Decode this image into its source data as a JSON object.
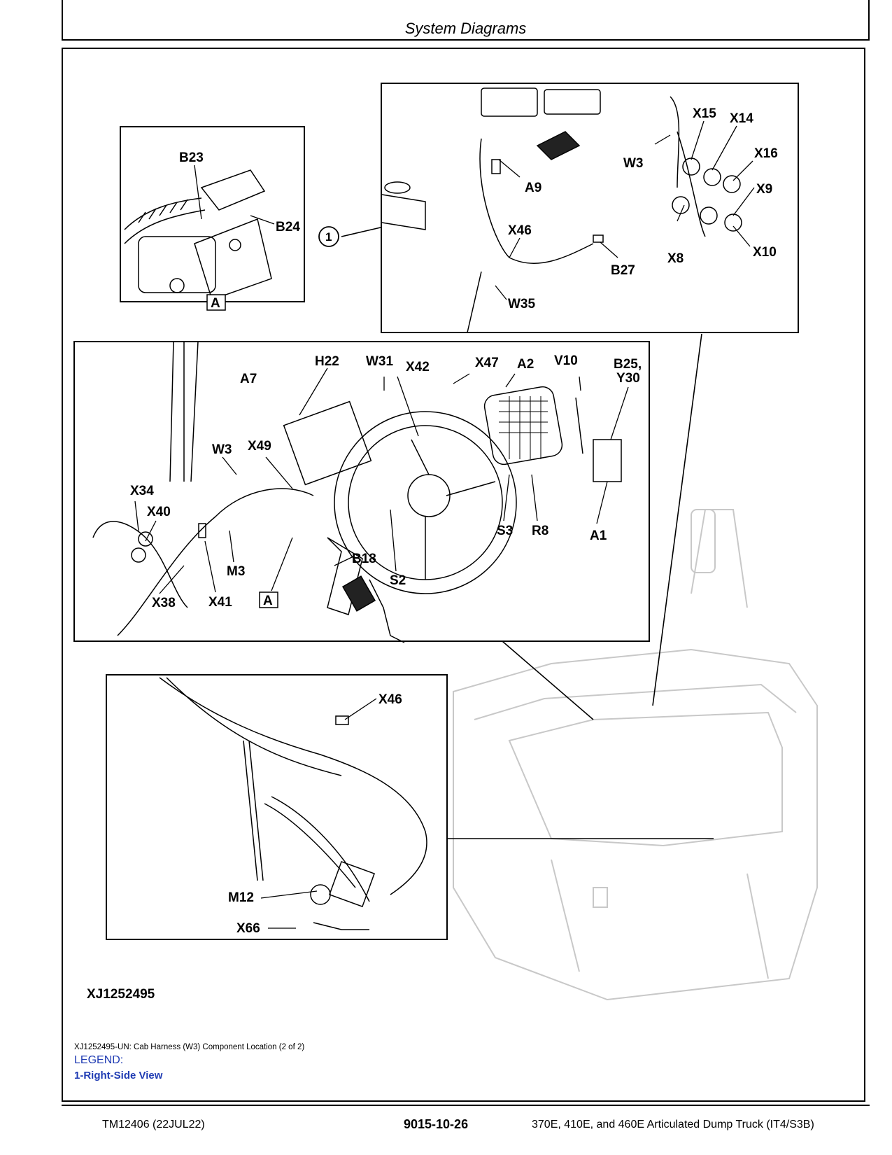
{
  "header": {
    "section_title": "System Diagrams"
  },
  "figure": {
    "id": "XJ1252495",
    "callouts": {
      "inset_top_left": [
        "B23",
        "B24",
        "A"
      ],
      "inset_top_right": [
        "X15",
        "X14",
        "X16",
        "X9",
        "W3",
        "A9",
        "X46",
        "B27",
        "X8",
        "X10",
        "W35",
        "1"
      ],
      "inset_middle": [
        "H22",
        "W31",
        "X42",
        "X47",
        "A2",
        "V10",
        "B25,",
        "Y30",
        "A7",
        "W3",
        "X49",
        "X34",
        "X40",
        "M3",
        "X38",
        "X41",
        "A",
        "B18",
        "S2",
        "S3",
        "R8",
        "A1"
      ],
      "inset_bottom": [
        "X46",
        "M12",
        "X66"
      ]
    }
  },
  "caption": "XJ1252495-UN: Cab Harness (W3) Component Location (2 of 2)",
  "legend": {
    "title": "LEGEND:",
    "items": [
      "1-Right-Side View"
    ]
  },
  "footer": {
    "doc_ref": "TM12406 (22JUL22)",
    "page_number": "9015-10-26",
    "product": "370E, 410E, and 460E Articulated Dump Truck (IT4/S3B)"
  }
}
